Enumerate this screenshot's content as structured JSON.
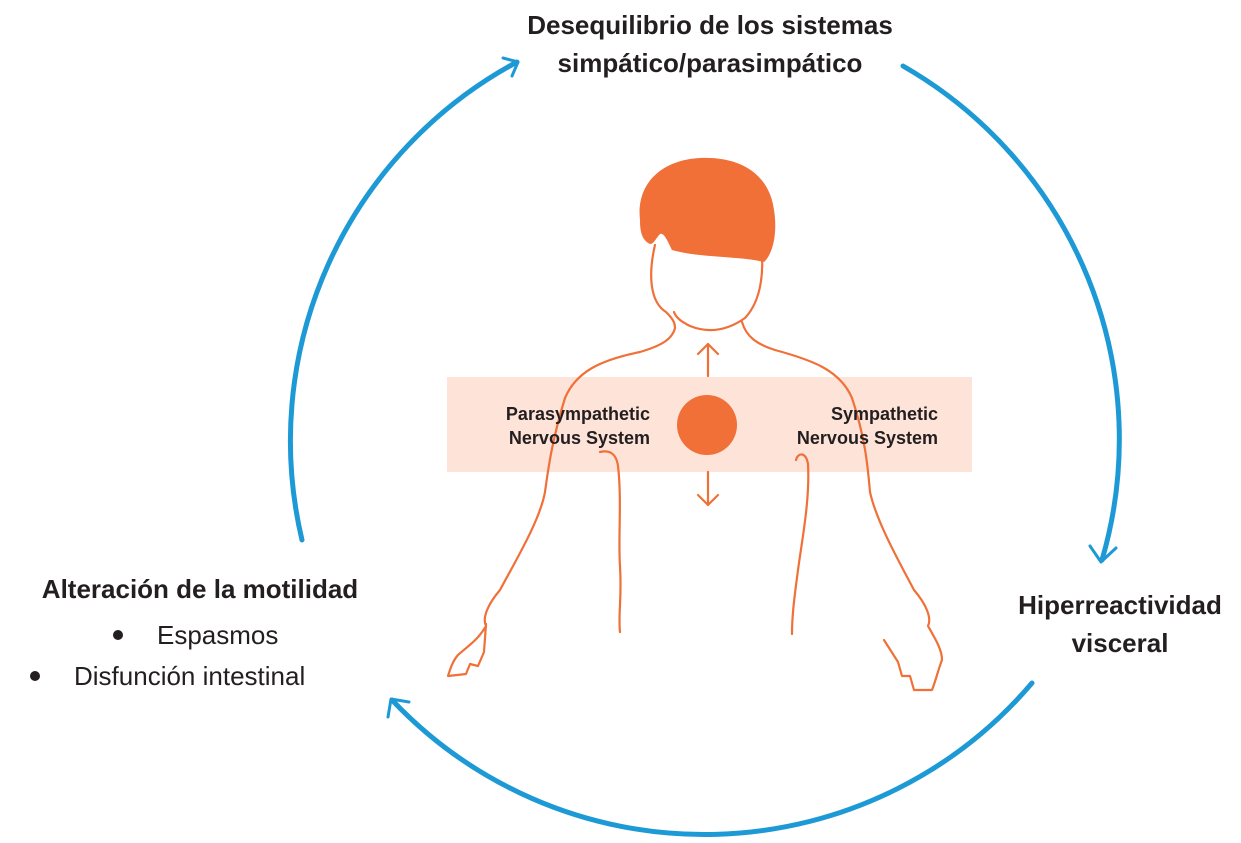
{
  "cycle": {
    "top": {
      "lines": [
        "Desequilibrio de los sistemas",
        "simpático/parasimpático"
      ]
    },
    "right": {
      "lines": [
        "Hiperreactividad",
        "visceral"
      ]
    },
    "left": {
      "heading": "Alteración de la motilidad",
      "bullets": [
        "Espasmos",
        "Disfunción intestinal"
      ]
    }
  },
  "figure": {
    "parasympathetic": [
      "Parasympathetic",
      "Nervous System"
    ],
    "sympathetic": [
      "Sympathetic",
      "Nervous System"
    ]
  },
  "colors": {
    "cycle_arrows": "#1d9ad6",
    "figure": "#f07038",
    "band": "#fde3d8",
    "text": "#231f20"
  }
}
